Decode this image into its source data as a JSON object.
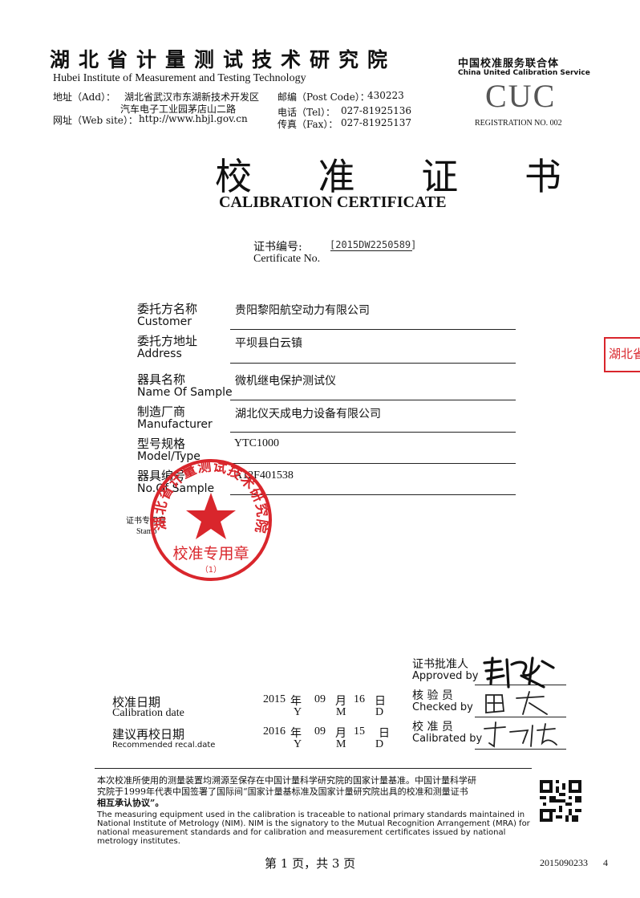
{
  "header": {
    "institute_cn": "湖北省计量测试技术研究院",
    "institute_en": "Hubei Institute of Measurement and Testing Technology",
    "address_label": "地址（Add）：",
    "address_line1": "湖北省武汉市东湖新技术开发区",
    "address_line2": "汽车电子工业园茅店山二路",
    "website_label": "网址（Web site）：",
    "website": "http://www.hbjl.gov.cn",
    "postcode_label": "邮编（Post Code）：",
    "postcode": "430223",
    "tel_label": "电话（Tel）：",
    "tel": "027-81925136",
    "fax_label": "传真（Fax）：",
    "fax": "027-81925137",
    "cuc_cn": "中国校准服务联合体",
    "cuc_en": "China United Calibration Service",
    "cuc_logo": "CUC",
    "registration": "REGISTRATION NO. 002"
  },
  "title": {
    "cn": "校 准 证 书",
    "en": "CALIBRATION CERTIFICATE"
  },
  "certificate": {
    "label_cn": "证书编号:",
    "label_en": "Certificate No.",
    "number": "[2015DW2250589]"
  },
  "fields": [
    {
      "label_cn": "委托方名称",
      "label_en": "Customer",
      "value": "贵阳黎阳航空动力有限公司"
    },
    {
      "label_cn": "委托方地址",
      "label_en": "Address",
      "value": "平坝县白云镇"
    },
    {
      "label_cn": "器具名称",
      "label_en": "Name Of Sample",
      "value": "微机继电保护测试仪"
    },
    {
      "label_cn": "制造厂商",
      "label_en": "Manufacturer",
      "value": "湖北仪天成电力设备有限公司"
    },
    {
      "label_cn": "型号规格",
      "label_en": "Model/Type",
      "value": "YTC1000"
    },
    {
      "label_cn": "器具编号",
      "label_en": "No.Of Sample",
      "value": "A12F401538"
    }
  ],
  "stamp": {
    "label_cn": "证书专用章",
    "label_en": "Stamp",
    "seal_top": "湖北省计量测试技术研究院",
    "seal_bottom": "校准专用章",
    "seal_number": "（1）",
    "side_stamp": "湖北省"
  },
  "signatures": {
    "approved_cn": "证书批准人",
    "approved_en": "Approved by",
    "checked_cn": "核 验 员",
    "checked_en": "Checked by",
    "calibrated_cn": "校 准 员",
    "calibrated_en": "Calibrated by"
  },
  "dates": {
    "cal_label_cn": "校准日期",
    "cal_label_en": "Calibration date",
    "cal_year": "2015",
    "cal_month": "09",
    "cal_day": "16",
    "recal_label_cn": "建议再校日期",
    "recal_label_en": "Recommended recal.date",
    "recal_year": "2016",
    "recal_month": "09",
    "recal_day": "15",
    "year_cn": "年",
    "month_cn": "月",
    "day_cn": "日",
    "year_en": "Y",
    "month_en": "M",
    "day_en": "D"
  },
  "footer": {
    "cn_line1": "本次校准所使用的测量装置均溯源至保存在中国计量科学研究院的国家计量基准。中国计量科学研",
    "cn_line2": "究院于1999年代表中国签署了国际间“国家计量基标准及国家计量研究院出具的校准和测量证书",
    "cn_line3": "相互承认协议”。",
    "en_line1": "The measuring equipment used in the calibration is traceable to national primary standards maintained in",
    "en_line2": "National Institute of Metrology (NIM). NIM is the signatory to the Mutual Recognition Arrangement (MRA) for",
    "en_line3": "national measurement standards and for calibration and measurement certificates issued by national",
    "en_line4": "metrology institutes.",
    "page": "第 1 页，共 3 页",
    "doc_no": "2015090233",
    "doc_suffix": "4"
  },
  "colors": {
    "seal_red": "#d9262c",
    "ink": "#111111",
    "cuc_gray": "#555555"
  }
}
